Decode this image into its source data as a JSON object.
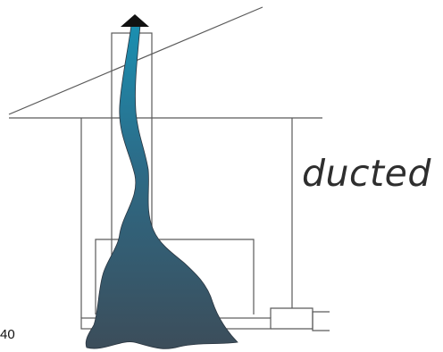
{
  "caption": "ducted",
  "page_number": "40",
  "colors": {
    "line": "#5a5a5a",
    "plume_top": "#1b8fb1",
    "plume_mid": "#2d6a86",
    "plume_bottom": "#3c4d5a",
    "arrow": "#111111"
  },
  "icons": {
    "arrow": "up-arrow-icon",
    "plume": "smoke-plume"
  }
}
